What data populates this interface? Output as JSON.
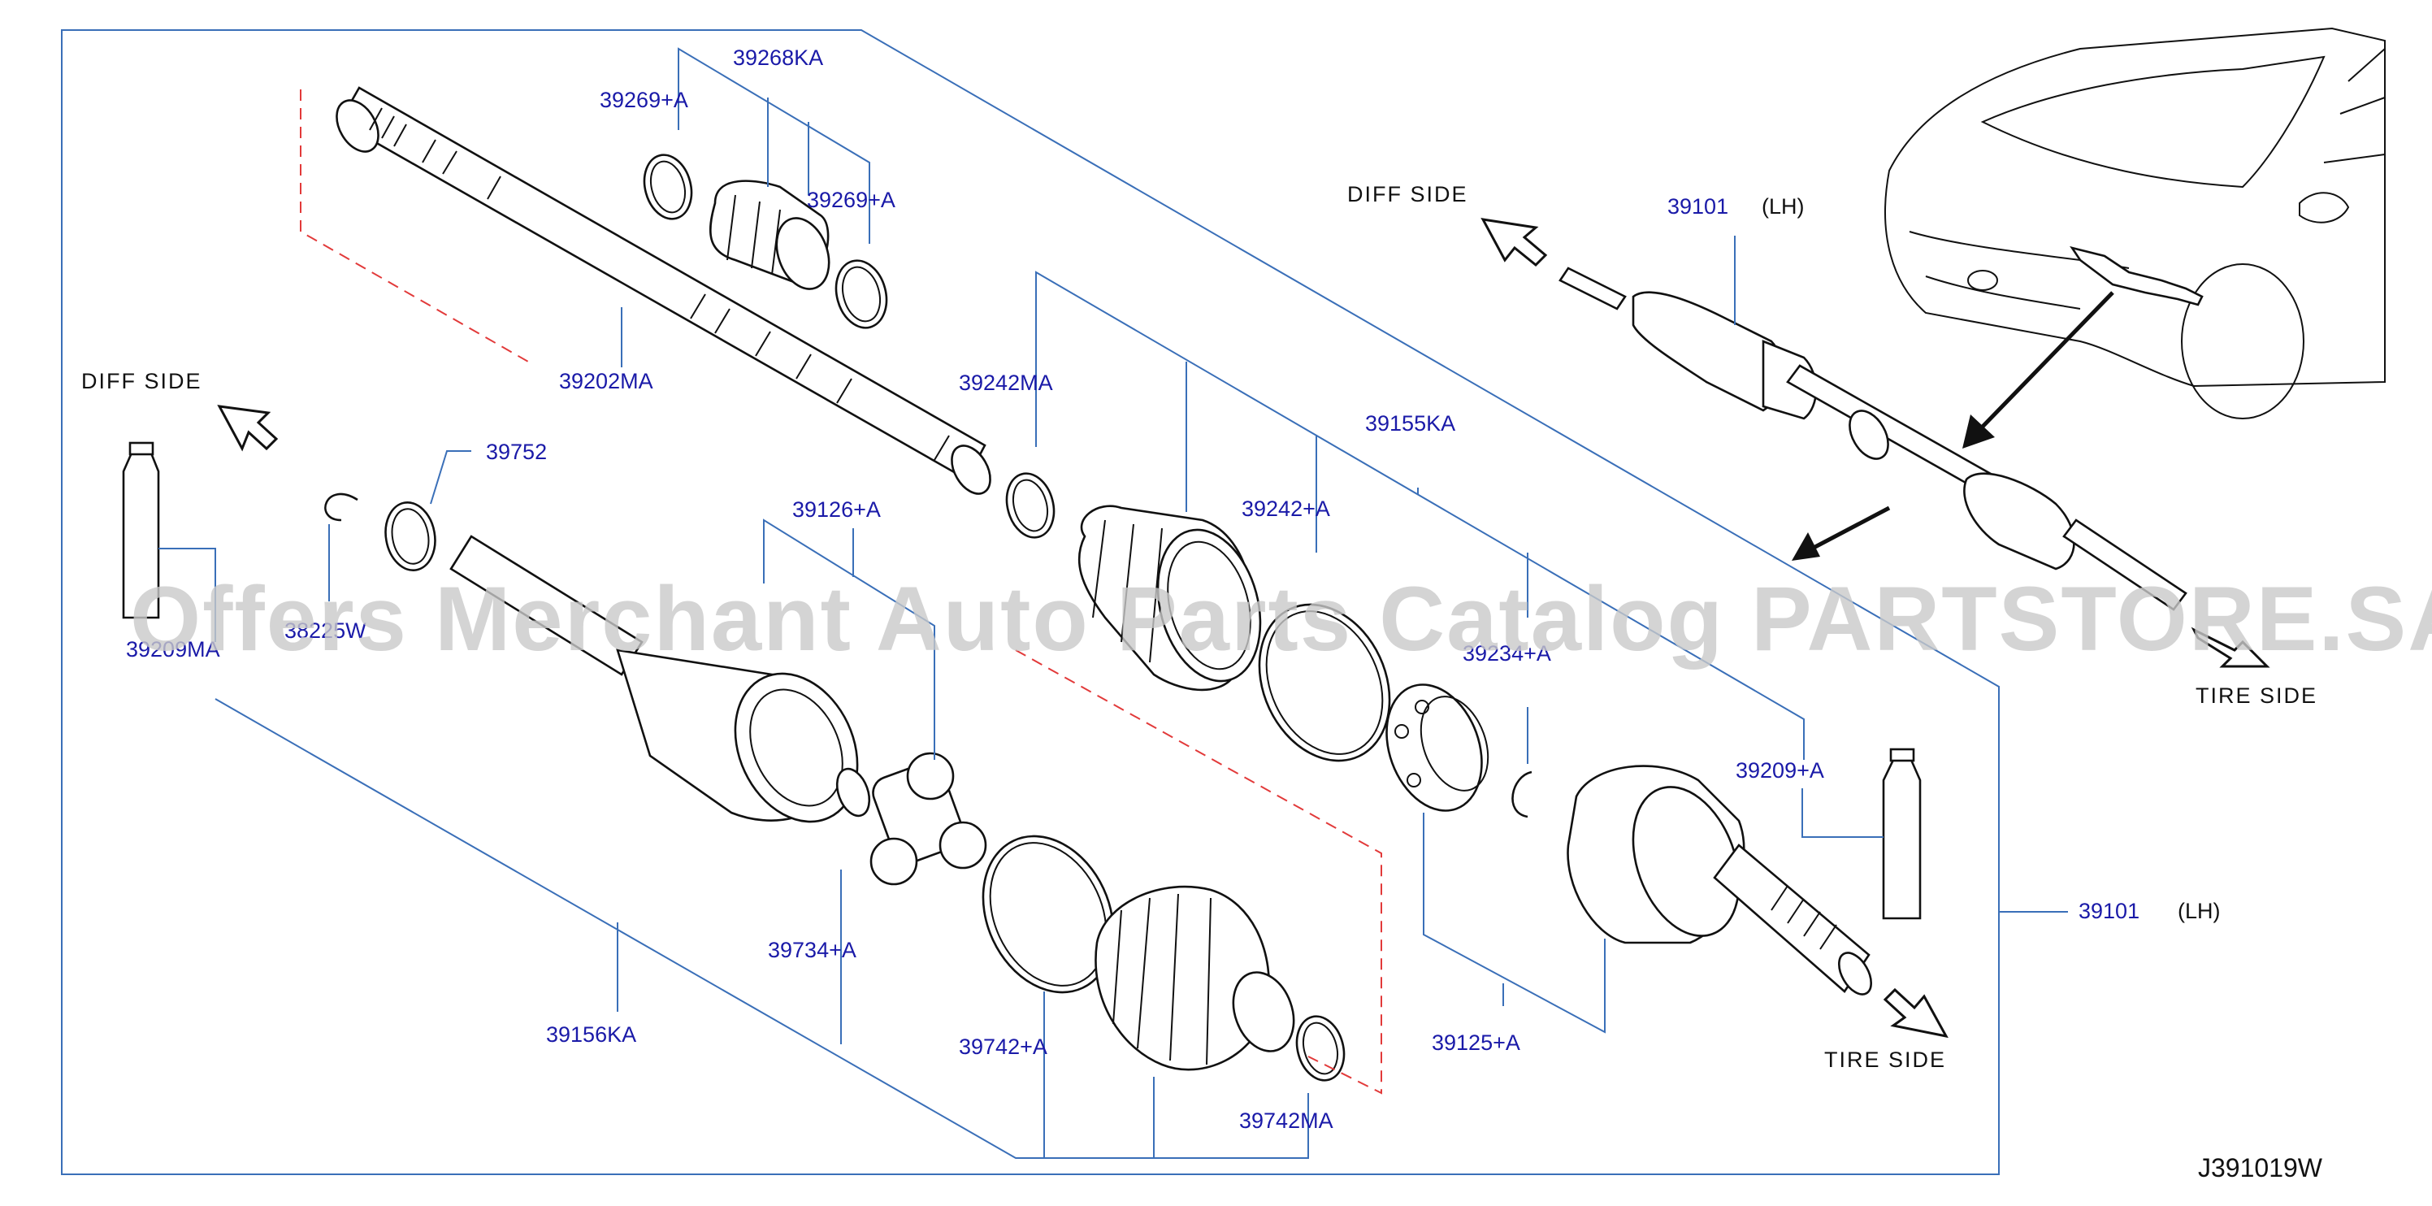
{
  "diagram": {
    "part_labels": {
      "p39268KA": "39268KA",
      "p39269A_top": "39269+A",
      "p39269A_right": "39269+A",
      "p39202MA": "39202MA",
      "p39752": "39752",
      "p38225W": "38225W",
      "p39209MA": "39209MA",
      "p39126A": "39126+A",
      "p39242MA": "39242MA",
      "p39242A": "39242+A",
      "p39155KA": "39155KA",
      "p39234A": "39234+A",
      "p39209A": "39209+A",
      "p39101_main": "39101",
      "p39101_lh": "(LH)",
      "p39101_top": "39101",
      "p39101_top_lh": "(LH)",
      "p39734A": "39734+A",
      "p39742A": "39742+A",
      "p39742MA": "39742MA",
      "p39156KA": "39156KA",
      "p39125A": "39125+A"
    },
    "side_labels": {
      "diff_left": "DIFF   SIDE",
      "diff_top": "DIFF   SIDE",
      "tire_right": "TIRE   SIDE",
      "tire_bottom": "TIRE   SIDE"
    },
    "watermark": "Offers Merchant Auto Parts Catalog PARTSTORE.SA",
    "diagram_code": "J391019W"
  }
}
